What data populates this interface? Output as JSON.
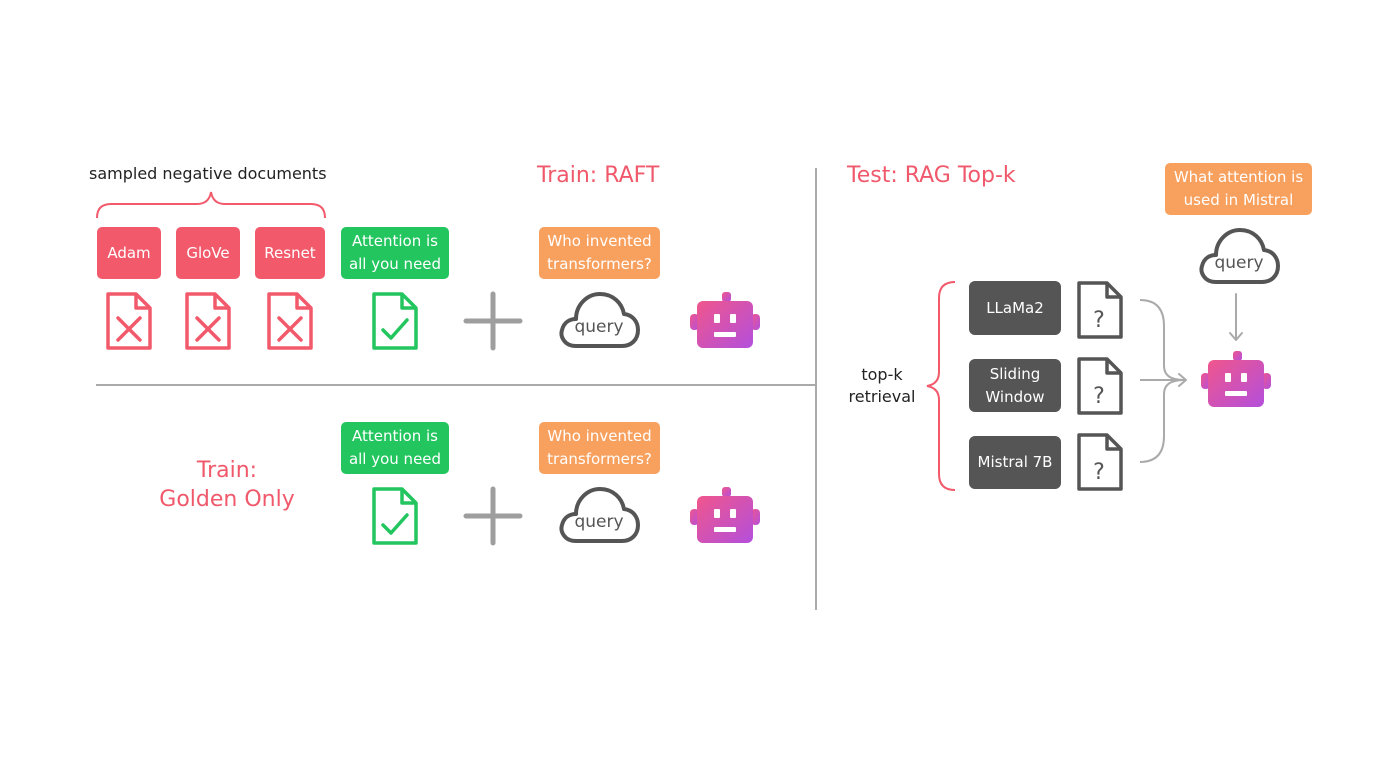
{
  "train_raft": {
    "heading": "Train: RAFT",
    "negatives_caption": "sampled negative documents",
    "negatives": [
      "Adam",
      "GloVe",
      "Resnet"
    ],
    "golden_doc": "Attention is\nall you need",
    "question": "Who invented\ntransformers?",
    "query_label": "query"
  },
  "train_golden": {
    "heading": "Train:\nGolden Only",
    "golden_doc": "Attention is\nall you need",
    "question": "Who invented\ntransformers?",
    "query_label": "query"
  },
  "test": {
    "heading": "Test: RAG Top-k",
    "question": "What attention is\nused in Mistral",
    "query_label": "query",
    "retrieval_label": "top-k\nretrieval",
    "docs": [
      "LLaMa2",
      "Sliding\nWindow",
      "Mistral 7B"
    ],
    "unknown_mark": "?"
  },
  "colors": {
    "negative": "#f25a6c",
    "golden": "#22c55e",
    "question": "#f8a05e",
    "heading": "#f0596b",
    "dark": "#555555",
    "robot_top": "#f0568c",
    "robot_bottom": "#b34fdc"
  }
}
